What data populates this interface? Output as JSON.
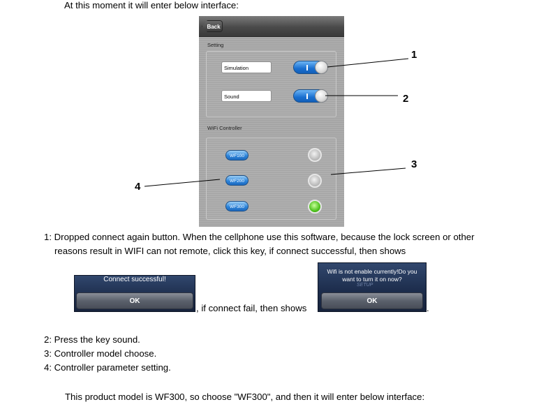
{
  "intro_text": "At this moment it will enter below interface:",
  "app": {
    "back_label": "Back",
    "setting_section": "Setting",
    "simulation_label": "Simulation",
    "sound_label": "Sound",
    "wifi_section": "WiFi Controller",
    "models": [
      {
        "label": "WF100",
        "selected": false
      },
      {
        "label": "WF200",
        "selected": false
      },
      {
        "label": "WF300",
        "selected": true
      }
    ],
    "toggle_color": "#1a6fd0",
    "selected_color": "#4fc21e"
  },
  "callouts": [
    "1",
    "2",
    "3",
    "4"
  ],
  "desc": {
    "item1_line1": "1: Dropped connect again button. When the cellphone use this software, because the lock screen or other",
    "item1_line2": "reasons result in WIFI can not remote, click this key, if connect successful, then shows",
    "connect_fail": ", if connect fail, then shows",
    "period": ".",
    "item2": "2: Press the key sound.",
    "item3": "3: Controller model choose.",
    "item4": "4: Controller parameter setting.",
    "outro": "This product model is WF300, so choose \"WF300\", and then it will enter below interface:"
  },
  "dialog_success": {
    "message": "Connect successful!",
    "ok": "OK"
  },
  "dialog_fail": {
    "message_line1": "Wifi is not enable currently!Do you",
    "message_line2": "want to turn it on now?",
    "watermark": "SETUP",
    "ok": "OK"
  }
}
